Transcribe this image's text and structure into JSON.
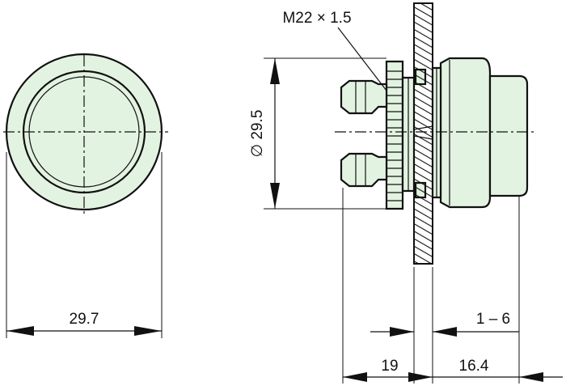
{
  "colors": {
    "body_fill": "#e3f3e1",
    "line": "#111111",
    "panel_hatch": "#111111"
  },
  "dimensions": {
    "front_diameter": "29.7",
    "thread": "M22 × 1.5",
    "bezel_diameter": "∅ 29.5",
    "panel_thickness": "1 – 6",
    "rear_depth": "19",
    "front_depth": "16.4"
  }
}
